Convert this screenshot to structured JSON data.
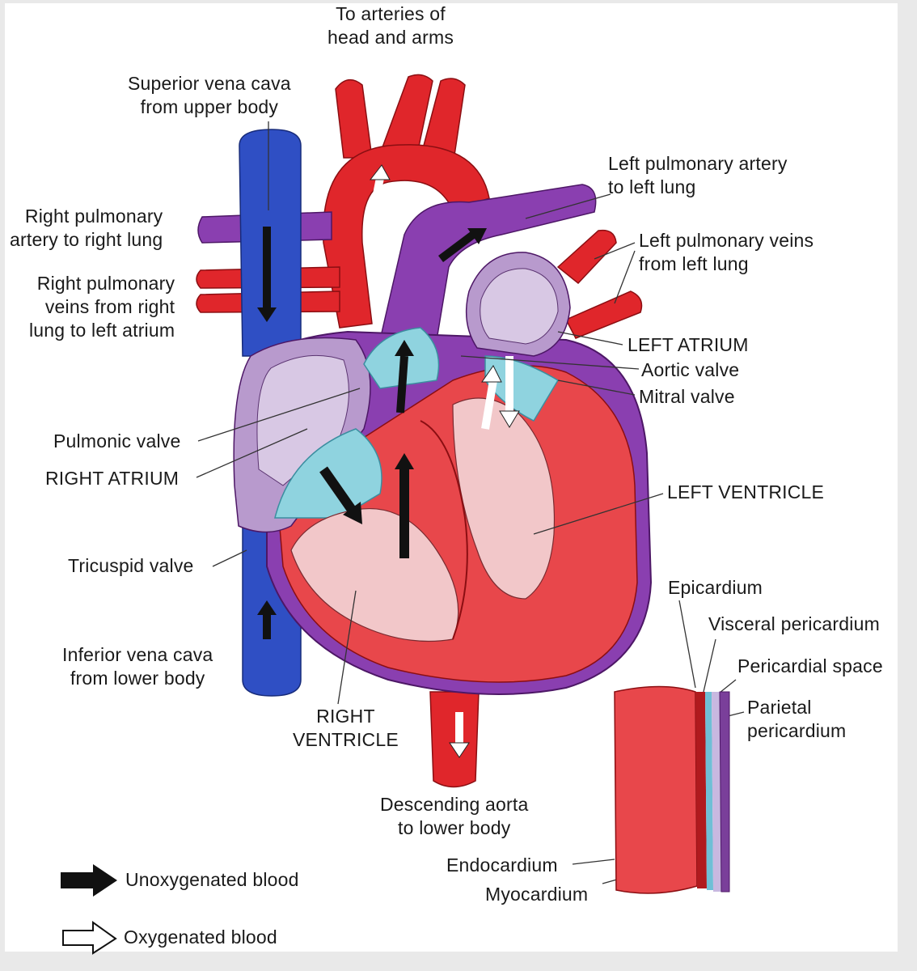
{
  "labels": {
    "arteries_head_arms": "To arteries of\nhead and arms",
    "superior_vena_cava": "Superior vena cava\nfrom upper body",
    "left_pulmonary_artery": "Left pulmonary artery\nto left lung",
    "right_pulmonary_artery": "Right pulmonary\nartery to right lung",
    "left_pulmonary_veins": "Left pulmonary veins\nfrom left lung",
    "right_pulmonary_veins": "Right pulmonary\nveins from right\nlung to left atrium",
    "left_atrium": "LEFT ATRIUM",
    "aortic_valve": "Aortic valve",
    "mitral_valve": "Mitral valve",
    "pulmonic_valve": "Pulmonic valve",
    "right_atrium": "RIGHT ATRIUM",
    "left_ventricle": "LEFT VENTRICLE",
    "tricuspid_valve": "Tricuspid valve",
    "epicardium": "Epicardium",
    "visceral_pericardium": "Visceral pericardium",
    "inferior_vena_cava": "Inferior vena cava\nfrom lower body",
    "pericardial_space": "Pericardial space",
    "parietal_pericardium": "Parietal\npericardium",
    "right_ventricle": "RIGHT\nVENTRICLE",
    "descending_aorta": "Descending aorta\nto lower body",
    "endocardium": "Endocardium",
    "myocardium": "Myocardium"
  },
  "legend": {
    "unoxygenated": "Unoxygenated blood",
    "oxygenated": "Oxygenated blood"
  },
  "colors": {
    "oxygenated_vessel": "#e0262b",
    "unoxygenated_vessel": "#2f4fc4",
    "pulmonary_artery": "#8a3fb0",
    "atrium_wall": "#b89acd",
    "myocardium": "#e8474b",
    "valve": "#8fd3df",
    "chamber_interior": "#f2c7c9"
  }
}
